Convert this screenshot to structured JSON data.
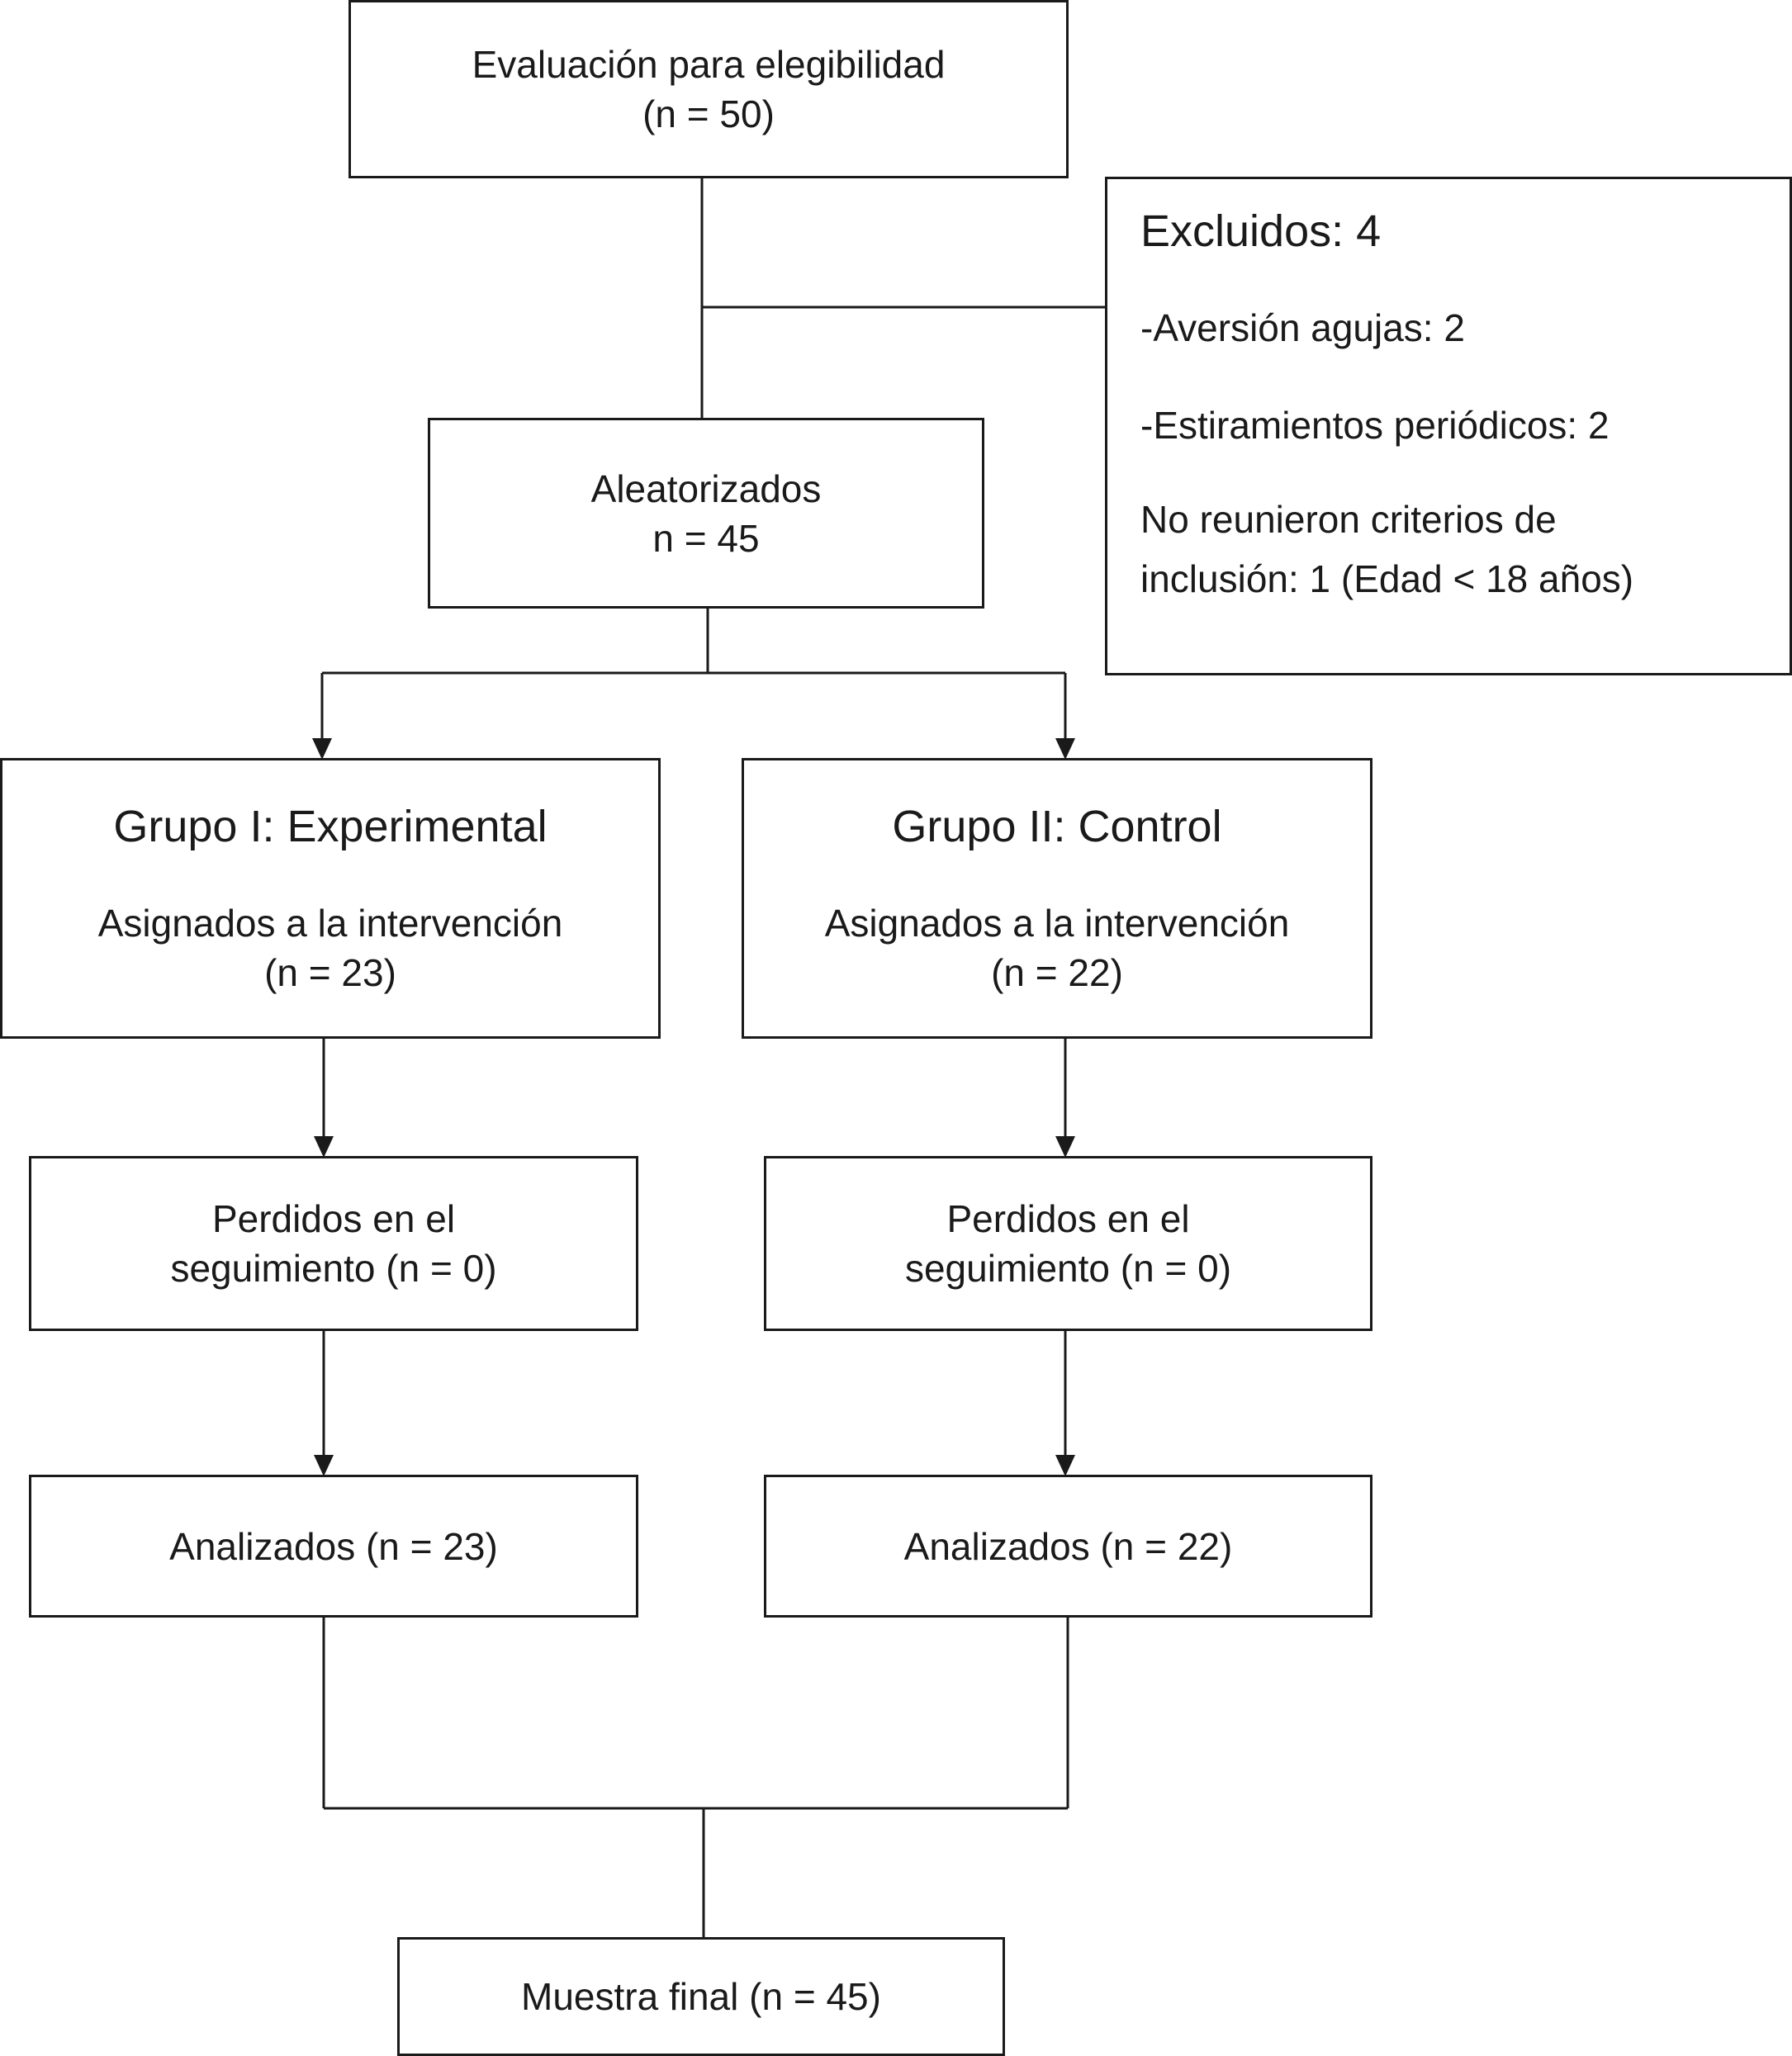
{
  "eligibility": {
    "title": "Evaluación para elegibilidad",
    "count": "(n = 50)"
  },
  "excluded": {
    "title": "Excluidos:  4",
    "reasons": [
      "-Aversión agujas: 2",
      "-Estiramientos periódicos: 2",
      "No reunieron criterios de",
      "inclusión: 1 (Edad < 18 años)"
    ]
  },
  "randomized": {
    "title": "Aleatorizados",
    "count": "n = 45"
  },
  "groups": [
    {
      "title": "Grupo I: Experimental",
      "assigned": "Asignados a la intervención",
      "assigned_count": "(n = 23)",
      "lost_line1": "Perdidos en el",
      "lost_line2": "seguimiento (n = 0)",
      "analyzed": "Analizados (n = 23)"
    },
    {
      "title": "Grupo II: Control",
      "assigned": "Asignados a la intervención",
      "assigned_count": "(n = 22)",
      "lost_line1": "Perdidos en el",
      "lost_line2": "seguimiento (n = 0)",
      "analyzed": "Analizados (n = 22)"
    }
  ],
  "final": {
    "label": "Muestra final (n = 45)"
  }
}
